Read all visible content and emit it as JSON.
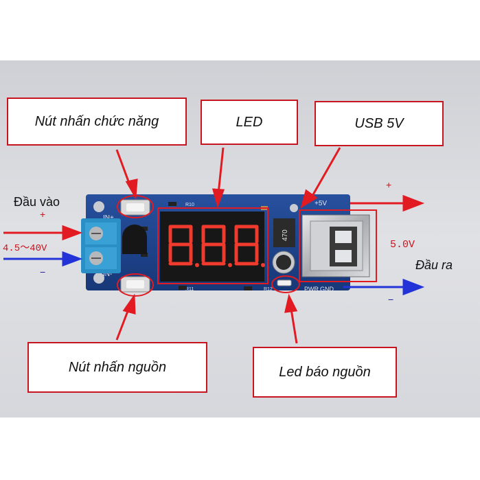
{
  "callouts": {
    "function_button": "Nút nhấn chức năng",
    "led": "LED",
    "usb": "USB 5V",
    "power_button": "Nút nhấn nguồn",
    "power_led": "Led báo nguồn"
  },
  "input": {
    "title": "Đầu vào",
    "plus": "+",
    "range": "4.5～40V",
    "minus": "−"
  },
  "output": {
    "title": "Đầu ra",
    "plus": "+",
    "voltage": "5.0V",
    "minus": "−"
  },
  "board": {
    "in_plus": "IN+",
    "in_minus": "IN-",
    "out_plus": "+5V",
    "pwr": "PWR",
    "gnd": "GND",
    "inductor": "470",
    "r10": "R10",
    "r11": "R11",
    "r12": "R12"
  },
  "colors": {
    "callout_border": "#c8141e",
    "arrow_red": "#e21b22",
    "arrow_blue": "#2233d8",
    "board_blue": "#1d3f8a",
    "display_red": "#f03a2e",
    "background": "#d9dadf"
  }
}
